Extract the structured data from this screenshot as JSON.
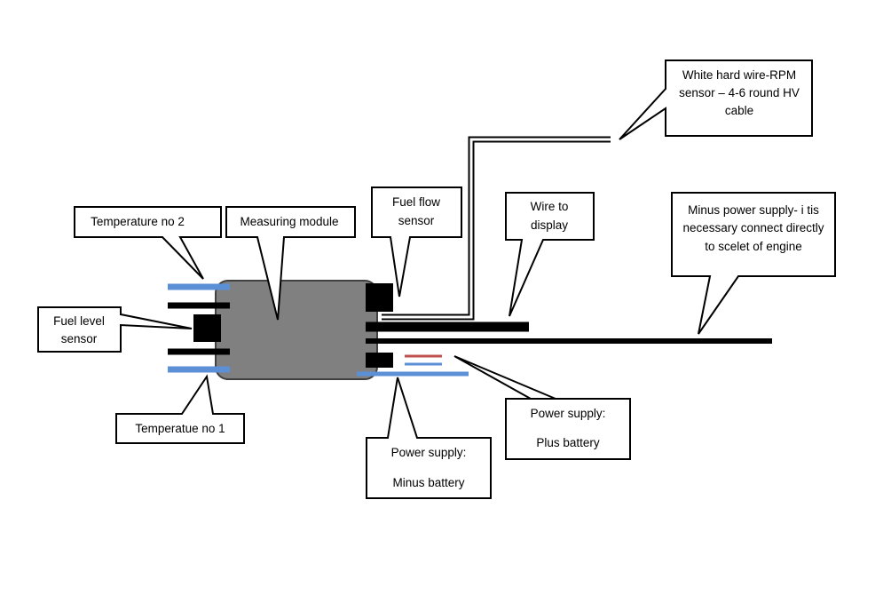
{
  "colors": {
    "module_fill": "#808080",
    "connector": "#000000",
    "blue_wire": "#5b8fd6",
    "red_wire": "#c0504d",
    "callout_border": "#000000",
    "callout_fill": "#ffffff"
  },
  "labels": {
    "rpm_sensor": [
      "White hard wire-RPM",
      "sensor – 4-6 round HV",
      "cable"
    ],
    "fuel_flow": [
      "Fuel flow",
      "sensor"
    ],
    "wire_display": [
      "Wire to",
      "display"
    ],
    "minus_supply": [
      "Minus power supply- i tis",
      "necessary connect directly",
      "to scelet of engine"
    ],
    "temp2": [
      "Temperature no 2"
    ],
    "measuring_module": [
      "Measuring module"
    ],
    "fuel_level": [
      "Fuel level",
      "sensor"
    ],
    "temp1": [
      "Temperatue no 1"
    ],
    "plus_battery": [
      "Power supply:",
      "",
      "Plus battery"
    ],
    "minus_battery": [
      "Power supply:",
      "",
      "Minus battery"
    ]
  }
}
